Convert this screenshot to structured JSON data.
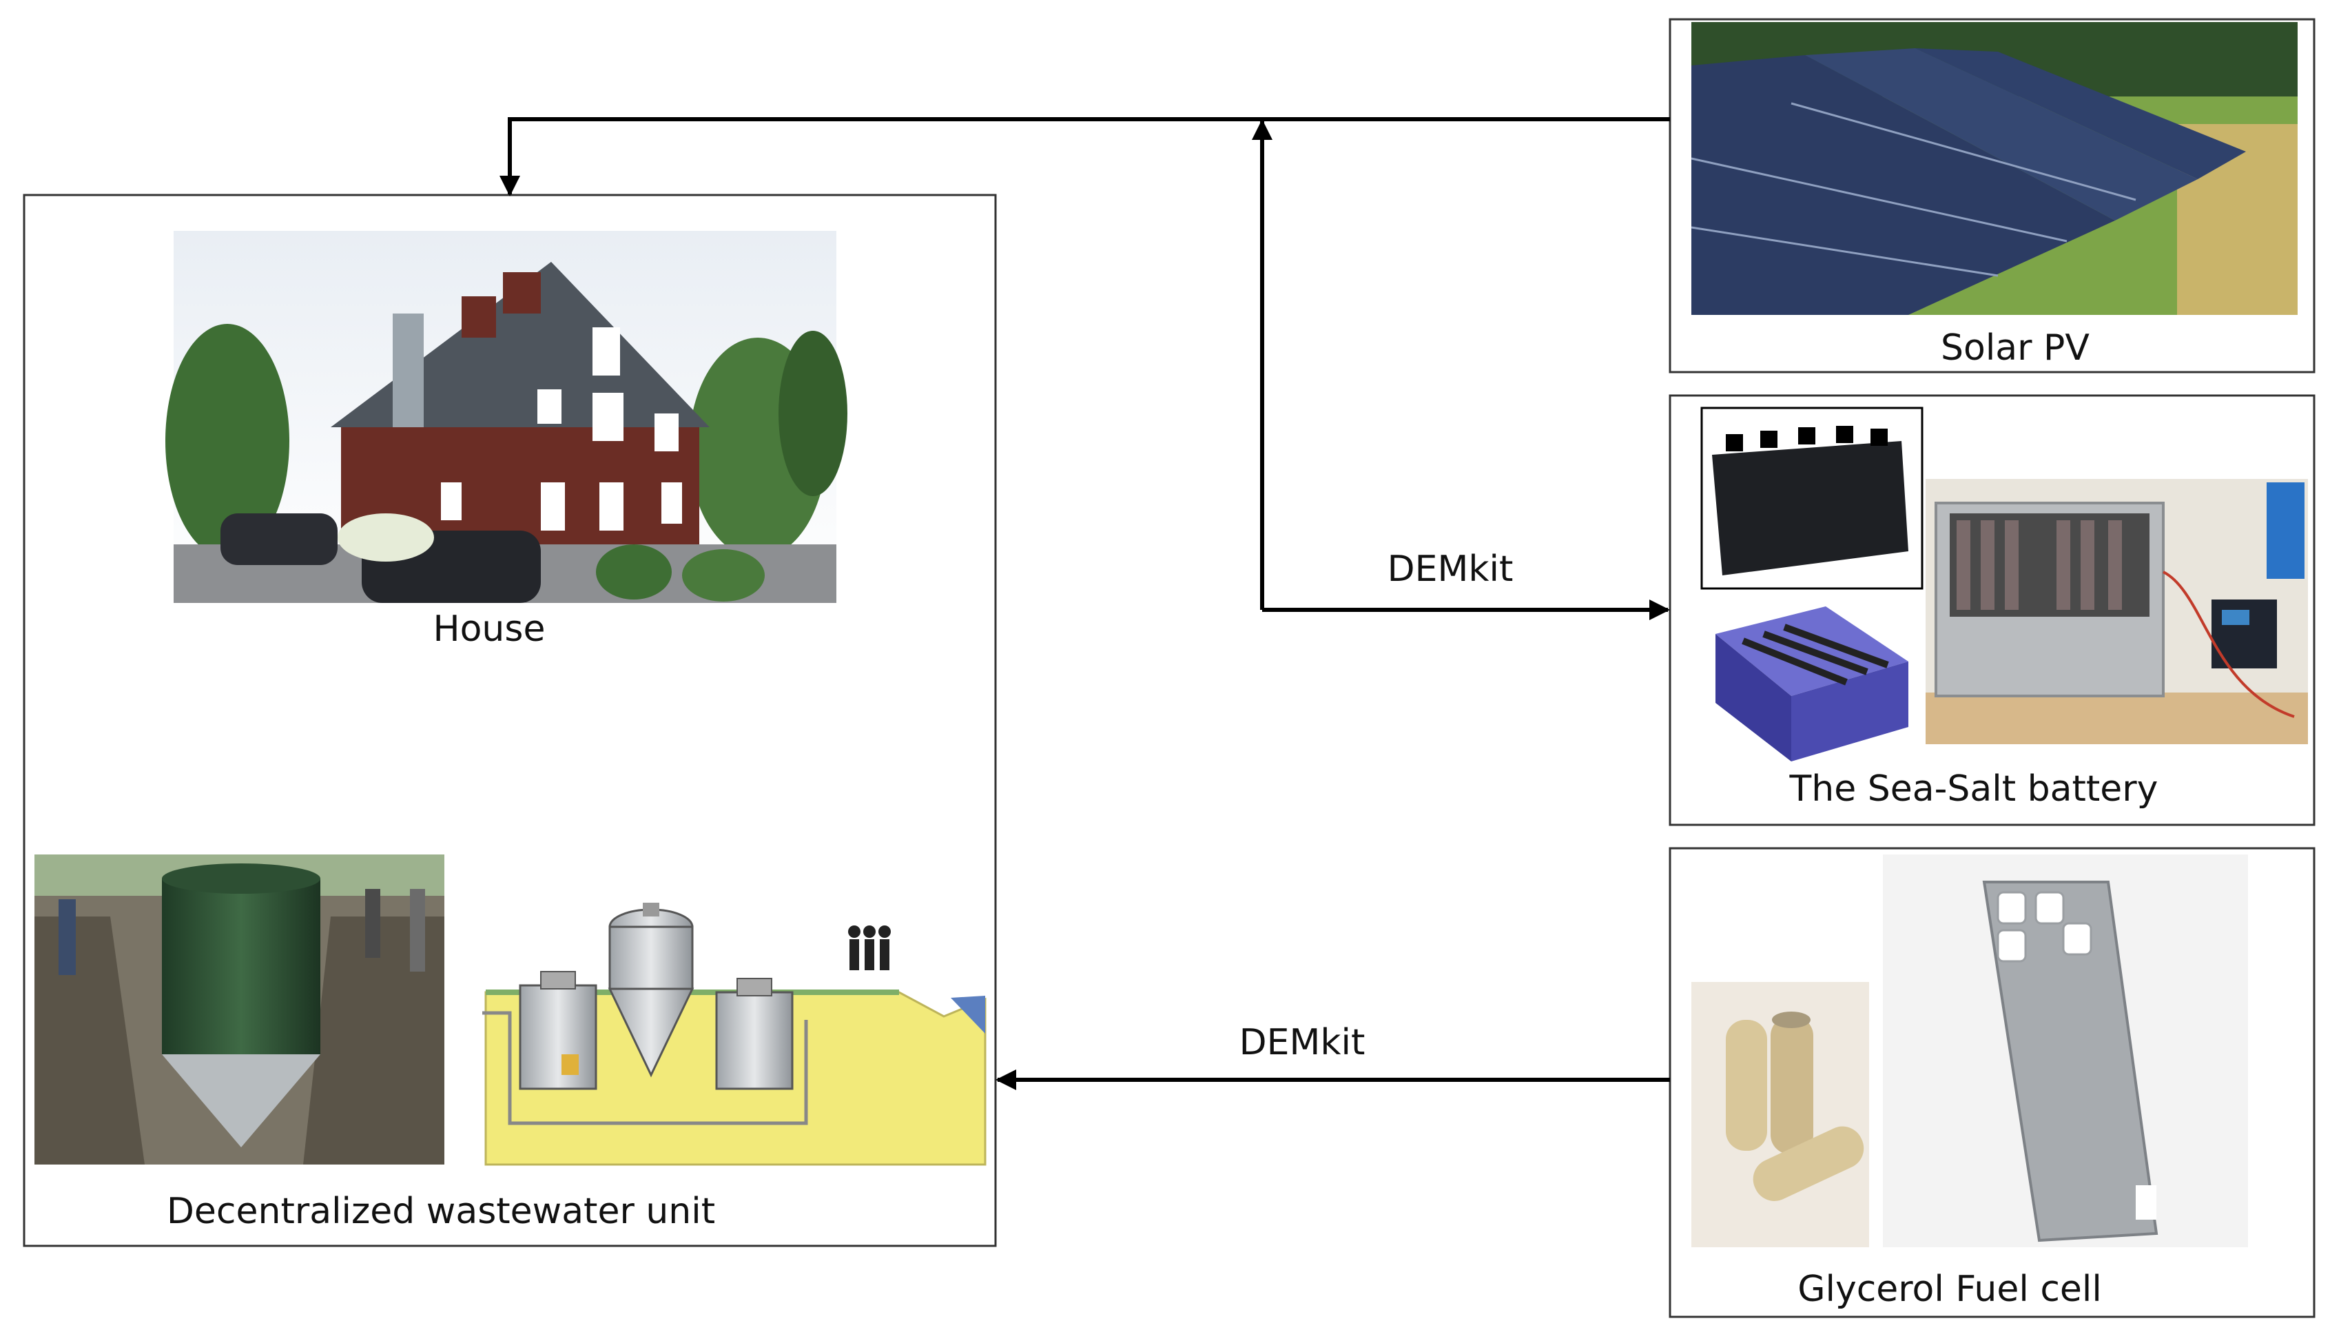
{
  "nodes": {
    "house": {
      "label": "House",
      "photo_icon": "house-photo"
    },
    "wastewater": {
      "label": "Decentralized wastewater unit",
      "photo_icon": "wastewater-tank-photo",
      "schematic_icon": "wastewater-schematic"
    },
    "solar": {
      "label": "Solar PV",
      "photo_icon": "solar-panels-photo"
    },
    "battery": {
      "label": "The Sea-Salt battery",
      "photo_icon": "battery-photo"
    },
    "fuelcell": {
      "label": "Glycerol Fuel cell",
      "photo_icon": "fuel-cell-photo"
    }
  },
  "edges": {
    "top": {
      "label": "DEMkit",
      "from": "solar",
      "to": "house"
    },
    "bottom": {
      "label": "DEMkit",
      "from": "fuelcell",
      "to": "wastewater"
    }
  },
  "colors": {
    "line": "#000000",
    "frame": "#333333",
    "grass": "#6f9a3a",
    "panel": "#2c3c63",
    "soil": "#f2ea7a",
    "tank": "#c7cbd0",
    "battery_body": "#4b4bb0",
    "cell": "#d9c79a"
  }
}
